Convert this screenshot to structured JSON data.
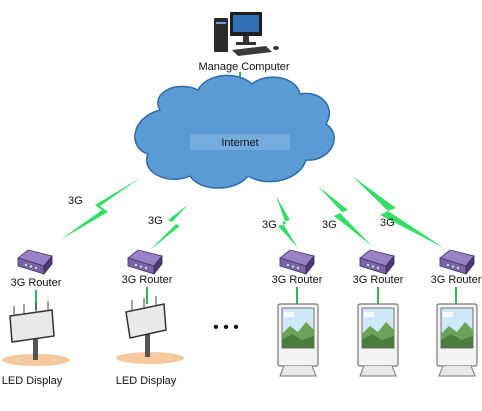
{
  "manage_computer": {
    "label": "Manage Computer"
  },
  "internet": {
    "label": "Internet"
  },
  "links": [
    {
      "label": "3G"
    },
    {
      "label": "3G"
    },
    {
      "label": "3G"
    },
    {
      "label": "3G"
    },
    {
      "label": "3G"
    }
  ],
  "routers": [
    {
      "label": "3G Router"
    },
    {
      "label": "3G Router"
    },
    {
      "label": "3G Router"
    },
    {
      "label": "3G Router"
    },
    {
      "label": "3G Router"
    }
  ],
  "displays": [
    {
      "label": "LED Display"
    },
    {
      "label": "LED Display"
    }
  ],
  "ellipsis": "• • •",
  "colors": {
    "cloud_fill": "#5b9bd5",
    "cloud_stroke": "#2e6ca4",
    "bolt": "#33dd66",
    "wire": "#2fb84f",
    "router": "#7c62a8",
    "router_dark": "#4b3a6e",
    "led_pad": "#f7c9a0"
  }
}
